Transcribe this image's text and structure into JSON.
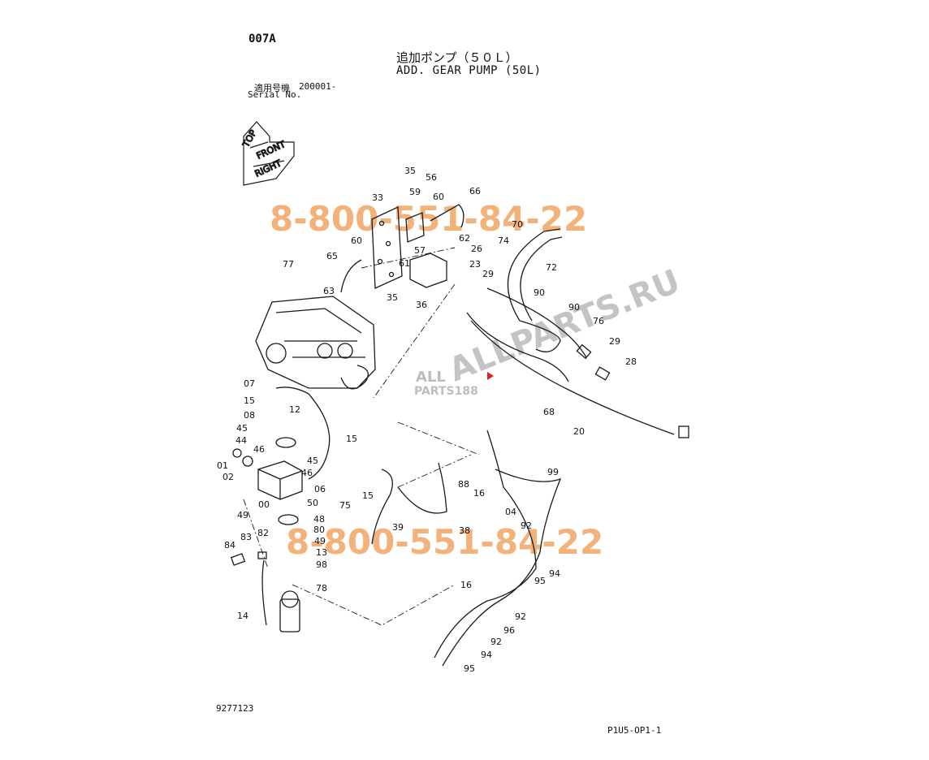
{
  "header": {
    "page_code": "007A",
    "title_jp": "追加ポンプ（５０Ｌ）",
    "title_en": "ADD. GEAR PUMP (50L)",
    "serial_label_jp": "適用号機",
    "serial_label_en": "Serial No.",
    "serial_range": "200001-"
  },
  "footer": {
    "doc_number": "9277123",
    "page_ref": "P1U5-OP1-1"
  },
  "orientation": {
    "top": "TOP",
    "front": "FRONT",
    "right": "RIGHT"
  },
  "watermarks": {
    "phone": "8-800-551-84-22",
    "site": "ALLPARTS.RU",
    "logo_top": "ALL",
    "logo_bottom": "PARTS188"
  },
  "callouts": [
    "35",
    "56",
    "59",
    "60",
    "66",
    "33",
    "62",
    "26",
    "70",
    "74",
    "72",
    "60",
    "65",
    "57",
    "61",
    "23",
    "29",
    "77",
    "63",
    "35",
    "36",
    "90",
    "90",
    "76",
    "29",
    "28",
    "07",
    "15",
    "12",
    "08",
    "45",
    "44",
    "46",
    "15",
    "01",
    "02",
    "45",
    "46",
    "06",
    "15",
    "00",
    "50",
    "75",
    "49",
    "48",
    "82",
    "80",
    "49",
    "83",
    "84",
    "13",
    "98",
    "78",
    "14",
    "39",
    "38",
    "88",
    "16",
    "99",
    "04",
    "92",
    "95",
    "94",
    "16",
    "92",
    "96",
    "92",
    "94",
    "95",
    "68",
    "20"
  ],
  "colors": {
    "line": "#1a1a1a",
    "watermark_orange": "#f2b27a",
    "watermark_gray": "#c4c4c4",
    "logo_red": "#d9251c"
  }
}
